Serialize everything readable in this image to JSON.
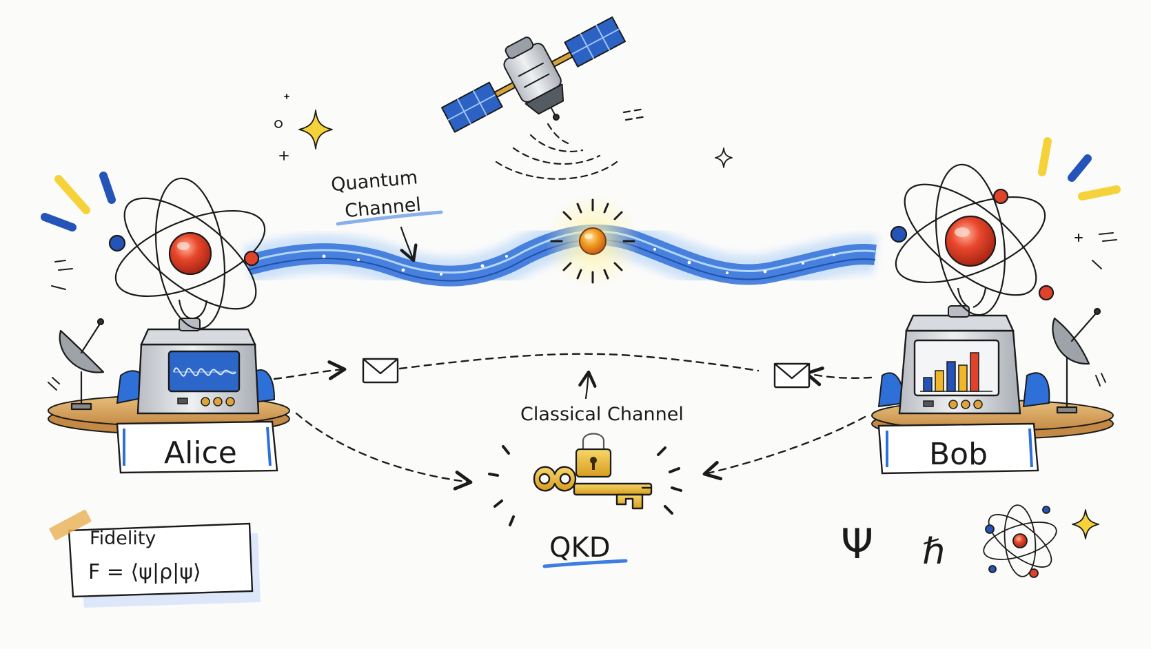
{
  "labels": {
    "quantum_channel_line1": "Quantum",
    "quantum_channel_line2": "Channel",
    "classical_channel": "Classical Channel",
    "alice": "Alice",
    "bob": "Bob",
    "qkd": "QKD",
    "fidelity_title": "Fidelity",
    "fidelity_formula": "F = ⟨ψ|ρ|ψ⟩"
  },
  "symbols": {
    "psi": "Ψ",
    "hbar": "ℏ"
  },
  "icons": {
    "satellite": "satellite-icon",
    "photon": "photon-icon",
    "envelope": "envelope-icon",
    "key": "key-icon",
    "padlock": "padlock-icon",
    "atom": "atom-icon",
    "dish": "satellite-dish-icon",
    "sparkle": "sparkle-icon"
  },
  "colors": {
    "quantum_wave": "#2f6fd8",
    "wave_glow": "#a9cdf5",
    "electron_blue": "#2454b8",
    "nucleus_red": "#e0432b",
    "photon_orange": "#f29a1f",
    "glow_yellow": "#f6d23a",
    "key_gold": "#e9b52c",
    "wood": "#d9a865",
    "device_gray": "#c9ccd1",
    "screen_blue": "#2c66c8",
    "accent_underline": "#3d7ee0"
  }
}
